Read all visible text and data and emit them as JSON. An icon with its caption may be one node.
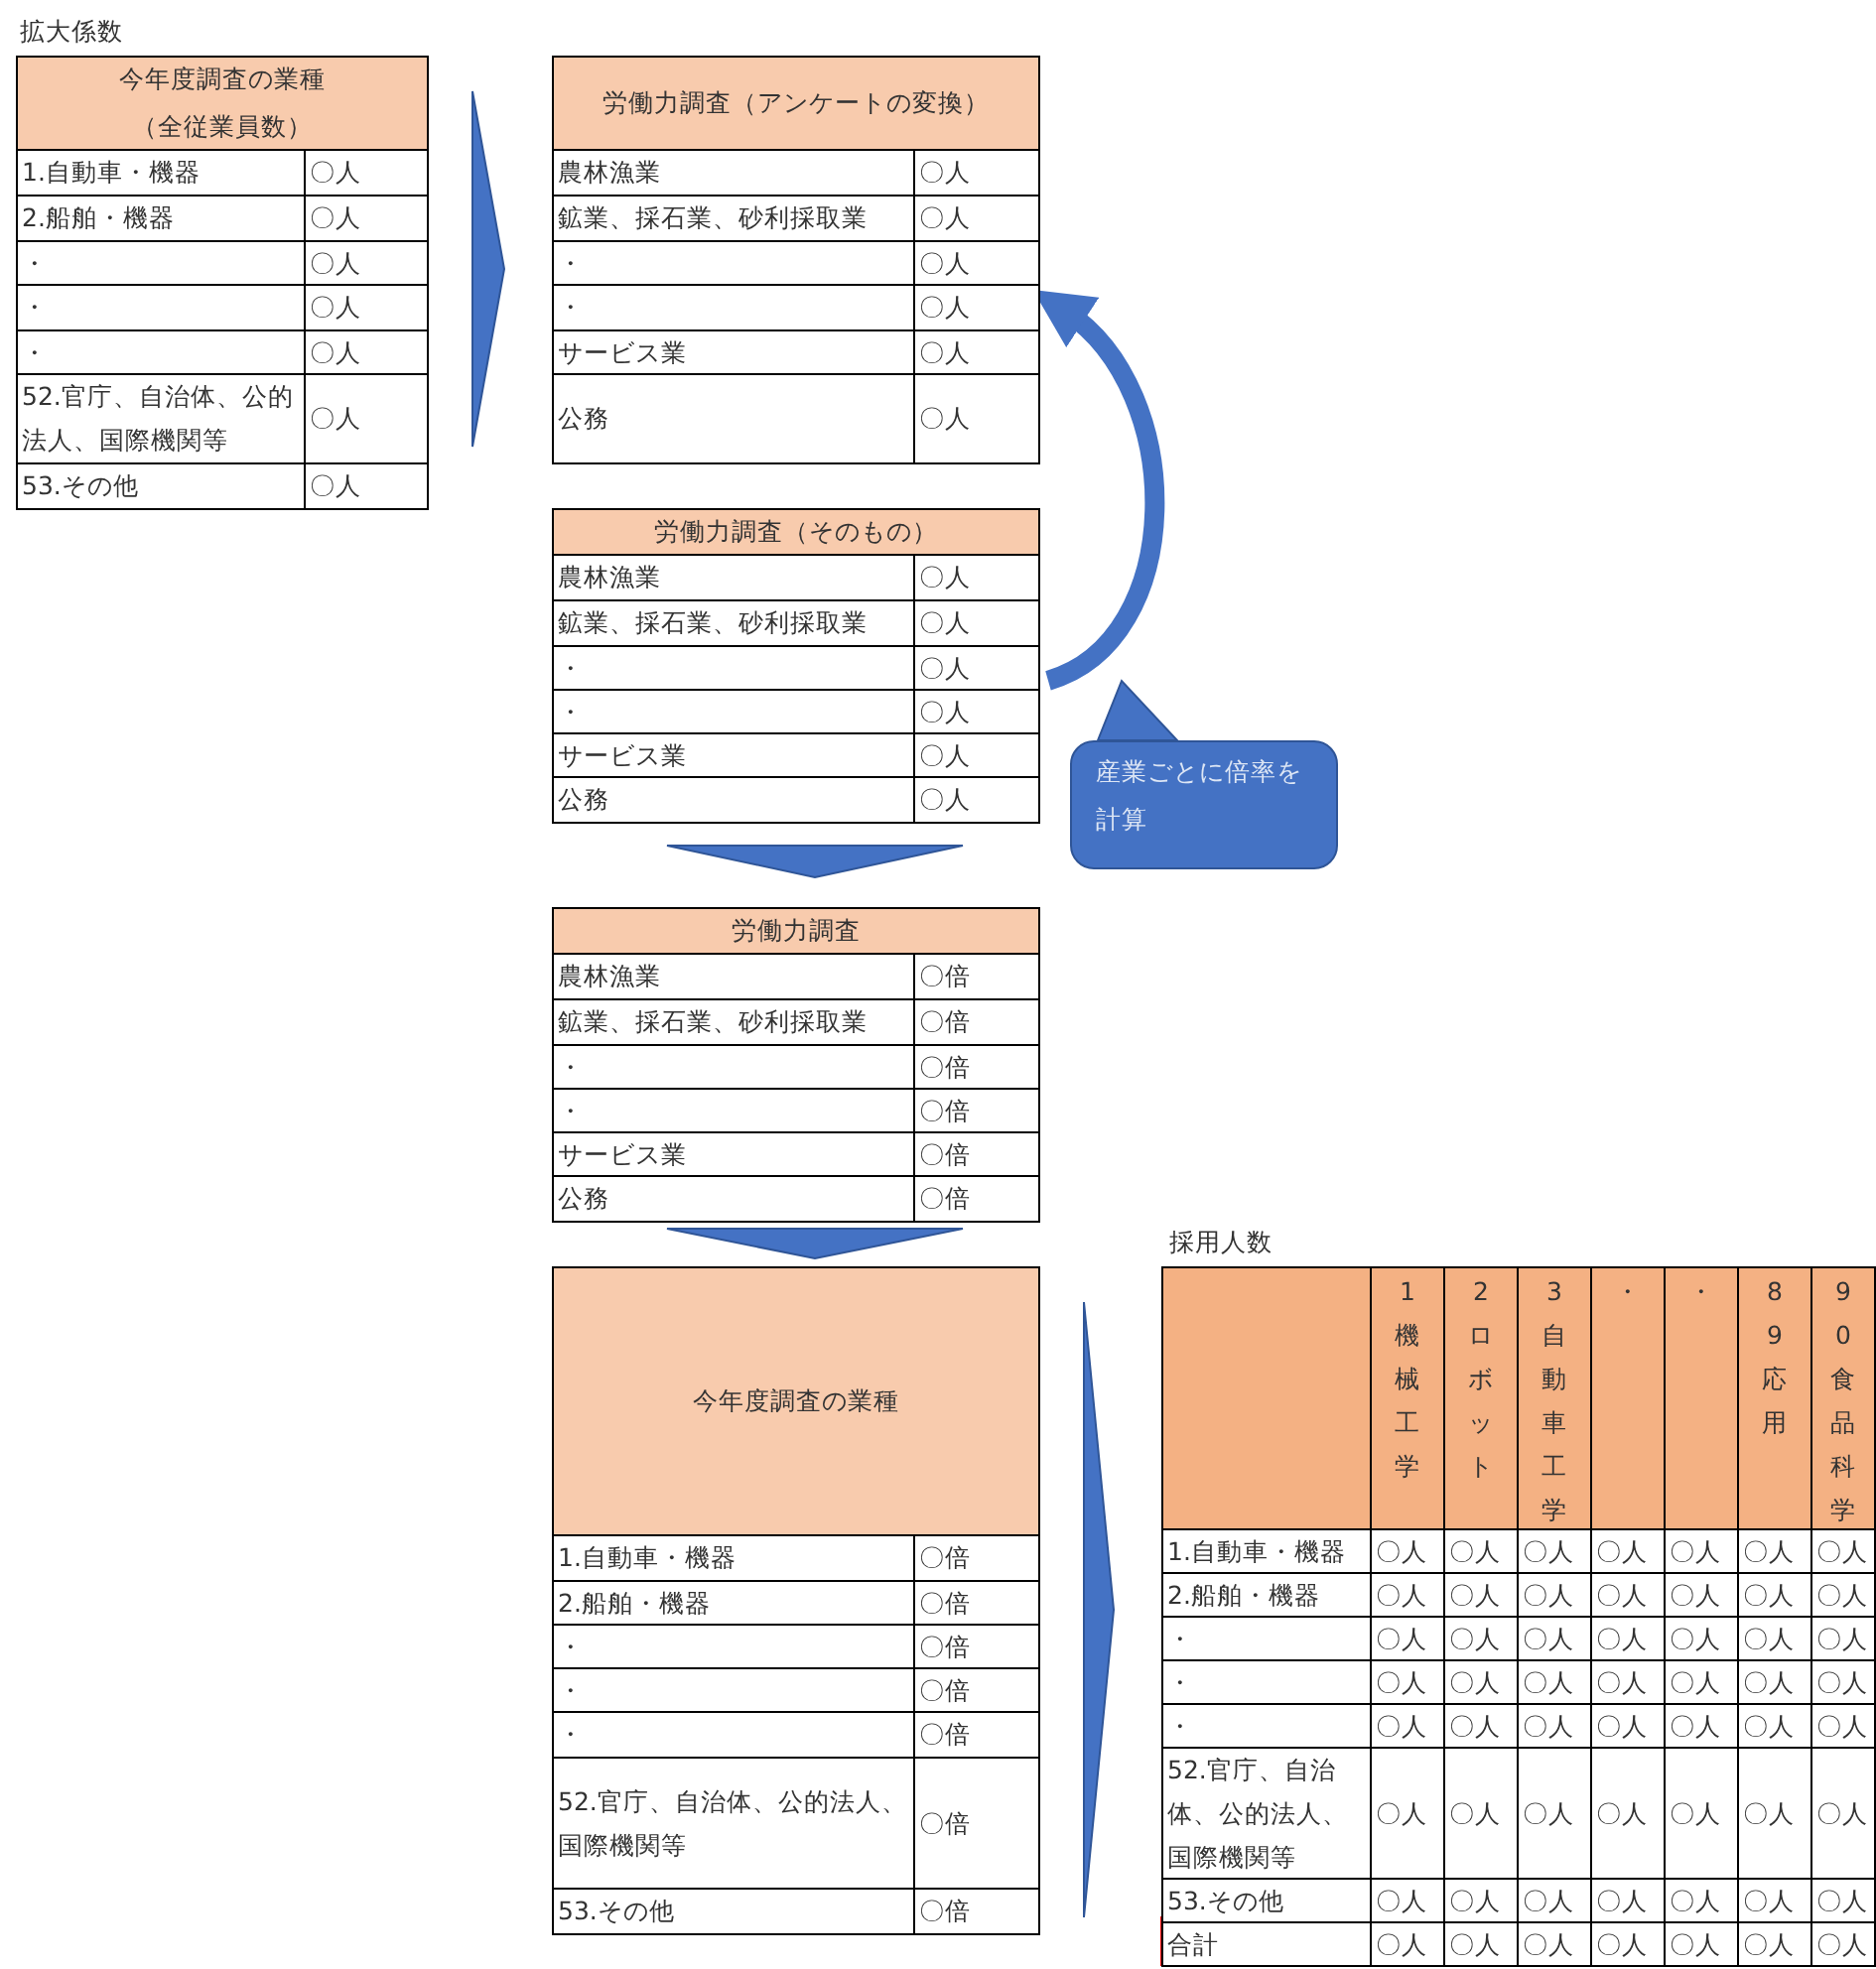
{
  "diagram": {
    "nodes": [
      {
        "text": [
          "今年度調査の業種（全従業員数）",
          "1.自動車・機器",
          "〇人",
          "2.船舶・機器",
          "〇人",
          "・",
          "〇人",
          "・",
          "〇人",
          "・",
          "〇人",
          "52.官庁、自治体、公的法人、国際機関等",
          "〇人",
          "53.その他",
          "〇人"
        ],
        "beside": [
          "拡大係数"
        ]
      },
      {
        "text": [
          "労働力調査（アンケートの変換）",
          "農林漁業",
          "〇人",
          "鉱業、採石業、砂利採取業",
          "〇人",
          "・",
          "〇人",
          "・",
          "〇人",
          "サービス業",
          "〇人",
          "公務",
          "〇人"
        ]
      },
      {
        "text": [
          "労働力調査（そのもの）",
          "農林漁業",
          "〇人",
          "鉱業、採石業、砂利採取業",
          "〇人",
          "・",
          "〇人",
          "・",
          "〇人",
          "サービス業",
          "〇人",
          "公務",
          "〇人"
        ]
      },
      {
        "text": [
          "労働力調査",
          "農林漁業",
          "〇倍",
          "鉱業、採石業、砂利採取業",
          "〇倍",
          "・",
          "〇倍",
          "・",
          "〇倍",
          "サービス業",
          "〇倍",
          "公務",
          "〇倍"
        ]
      },
      {
        "text": [
          "今年度調査の業種",
          "1.自動車・機器",
          "〇倍",
          "2.船舶・機器",
          "〇倍",
          "・",
          "〇倍",
          "・",
          "〇倍",
          "・",
          "〇倍",
          "52.官庁、自治体、公的法人、国際機関等",
          "〇倍",
          "53.その他",
          "〇倍"
        ]
      },
      {
        "text": [
          "1機械工学",
          "2ロボット",
          "3自動車工学",
          "・",
          "・",
          "89応用",
          "90食品科学",
          "1.自動車・機器",
          "〇人",
          "〇人",
          "〇人",
          "〇人",
          "〇人",
          "〇人",
          "〇人",
          "2.船舶・機器",
          "〇人",
          "〇人",
          "〇人",
          "〇人",
          "〇人",
          "〇人",
          "〇人",
          "・",
          "〇人",
          "〇人",
          "〇人",
          "〇人",
          "〇人",
          "〇人",
          "〇人",
          "・",
          "〇人",
          "〇人",
          "〇人",
          "〇人",
          "〇人",
          "〇人",
          "〇人",
          "・",
          "〇人",
          "〇人",
          "〇人",
          "〇人",
          "〇人",
          "〇人",
          "〇人",
          "52.官庁、自治体、公的法人、国際機関等",
          "〇人",
          "〇人",
          "〇人",
          "〇人",
          "〇人",
          "〇人",
          "〇人",
          "53.その他",
          "〇人",
          "〇人",
          "〇人",
          "〇人",
          "〇人",
          "〇人",
          "〇人",
          "合計",
          "〇人",
          "〇人",
          "〇人",
          "〇人",
          "〇人",
          "〇人",
          "〇人"
        ],
        "beside": [
          "採用人数"
        ]
      },
      {
        "text": [
          "産業ごとに倍率を計算"
        ]
      }
    ],
    "edges": [
      {
        "from": 0,
        "to": 1,
        "arrow": "to"
      },
      {
        "from": 2,
        "to": 1,
        "arrow": "to"
      },
      {
        "from": 2,
        "to": 3,
        "arrow": "to"
      },
      {
        "from": 3,
        "to": 4,
        "arrow": "to"
      },
      {
        "from": 4,
        "to": 5,
        "arrow": "to"
      }
    ]
  }
}
